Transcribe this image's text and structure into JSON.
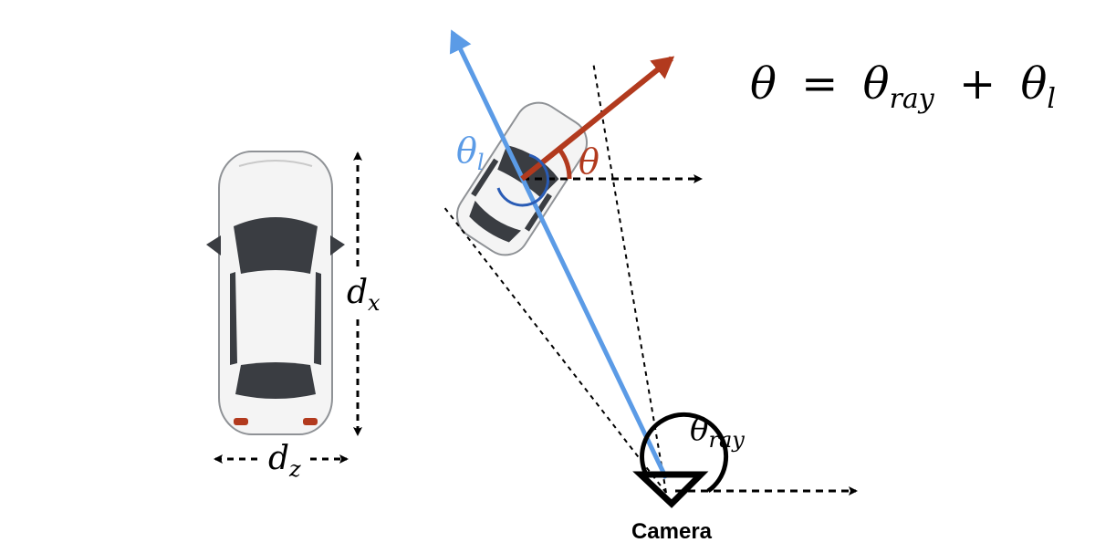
{
  "equation": {
    "lhs": "θ",
    "eq": "=",
    "term1": "θ",
    "term1_sub": "ray",
    "plus": "+",
    "term2": "θ",
    "term2_sub": "l"
  },
  "labels": {
    "dx_main": "d",
    "dx_sub": "x",
    "dz_main": "d",
    "dz_sub": "z",
    "theta_l_main": "θ",
    "theta_l_sub": "l",
    "theta_main": "θ",
    "theta_ray_main": "θ",
    "theta_ray_sub": "ray",
    "camera": "Camera"
  },
  "colors": {
    "ray": "#5b9be6",
    "heading": "#b23a1e",
    "theta_l_arc": "#2a5cb5",
    "black": "#000000",
    "car_body": "#f4f4f4",
    "car_glass": "#3a3d42",
    "car_outline": "#8f9296"
  }
}
